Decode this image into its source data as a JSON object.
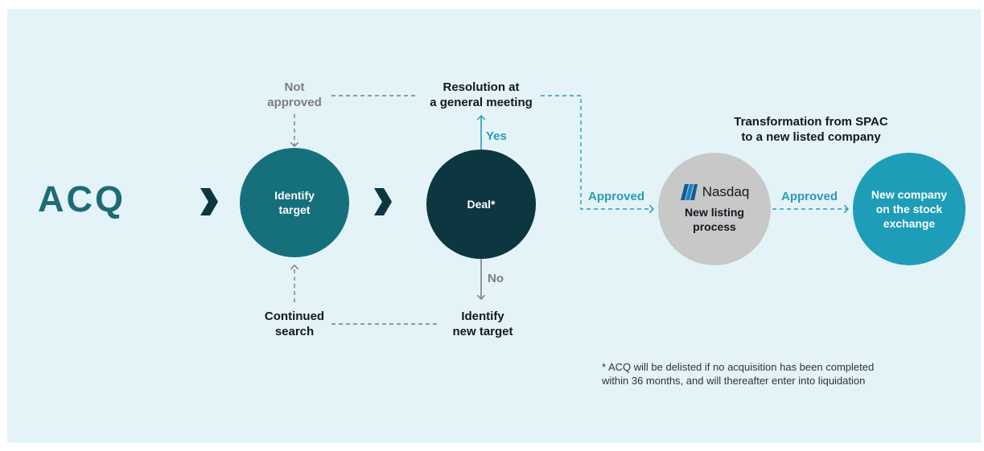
{
  "logo": {
    "text": "ACQ"
  },
  "nodes": {
    "identify_target": "Identify\ntarget",
    "deal": "Deal*",
    "listing": {
      "brand": "Nasdaq",
      "label": "New listing\nprocess"
    },
    "new_company": "New company\non the stock\nexchange"
  },
  "labels": {
    "not_approved": "Not\napproved",
    "resolution": "Resolution at\na general meeting",
    "yes": "Yes",
    "no": "No",
    "continued_search": "Continued\nsearch",
    "identify_new_target": "Identify\nnew target",
    "approved_1": "Approved",
    "approved_2": "Approved",
    "transformation": "Transformation from SPAC\nto a new listed company"
  },
  "footnote": "* ACQ will be delisted if no acquisition has been completed\n  within 36 months, and will thereafter enter into liquidation",
  "colors": {
    "background": "#e4f3f8",
    "identify_target": "#16707c",
    "deal": "#0c3640",
    "listing": "#c8c8c8",
    "new_company": "#1e9db8",
    "accent": "#2a9bb4",
    "grey": "#7d7d7d"
  },
  "icons": [
    "chevron-right-icon",
    "nasdaq-logo-icon",
    "arrow-down-icon",
    "arrow-up-icon",
    "arrow-right-icon"
  ]
}
